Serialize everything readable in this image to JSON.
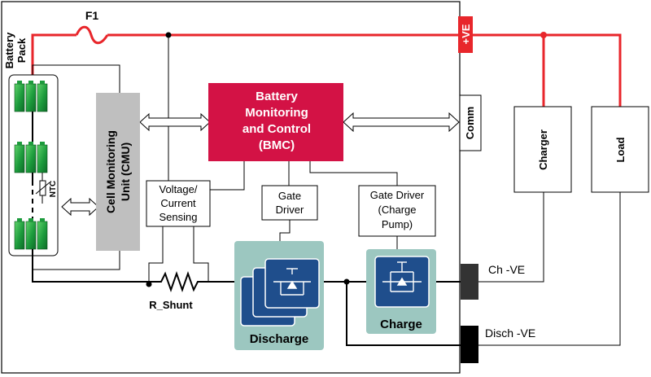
{
  "labels": {
    "battery_pack": [
      "Battery",
      "Pack"
    ],
    "fuse": "F1",
    "positive_terminal": "+VE",
    "bmc": [
      "Battery",
      "Monitoring",
      "and Control",
      "(BMC)"
    ],
    "cmu": [
      "Cell Monitoring",
      "Unit (CMU)"
    ],
    "comm": "Comm",
    "charger": "Charger",
    "load": "Load",
    "voltage_current_sensing": [
      "Voltage/",
      "Current",
      "Sensing"
    ],
    "gate_driver_discharge": [
      "Gate",
      "Driver"
    ],
    "gate_driver_charge": [
      "Gate Driver",
      "(Charge",
      "Pump)"
    ],
    "ntc": "NTC",
    "shunt": "R_Shunt",
    "discharge": "Discharge",
    "charge": "Charge",
    "charge_negative_terminal": "Ch -VE",
    "discharge_negative_terminal": "Disch -VE"
  },
  "colors": {
    "red_rail": "#e8262b",
    "bmc_fill": "#d31245",
    "cmu_fill": "#bfbfbf",
    "mosfet_panel": "#9cc7c0",
    "mosfet_chip": "#1f4e8c",
    "cell_green": "#1c9b3c"
  }
}
